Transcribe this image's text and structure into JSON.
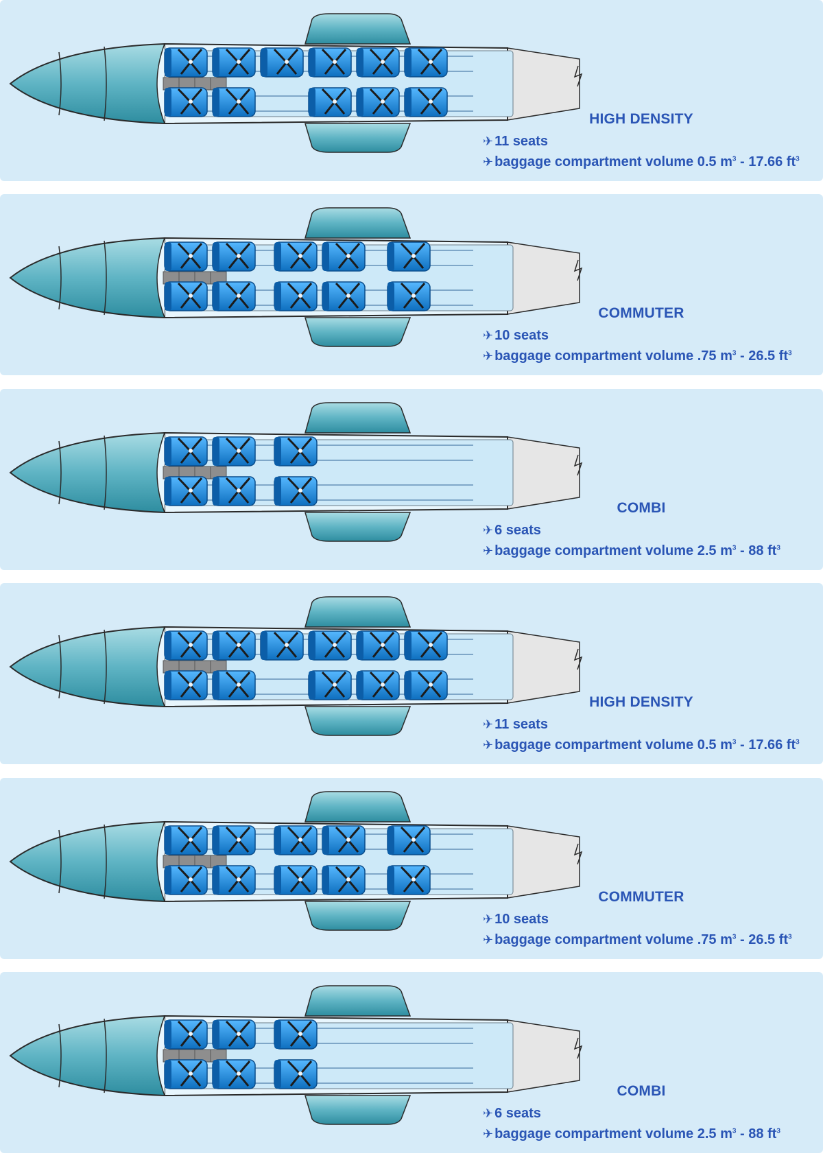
{
  "colors": {
    "panel_bg": "#d6ebf8",
    "text": "#2a55b5",
    "seat_blue": "#1a8ee0",
    "fuselage_teal": "#5fb4c4"
  },
  "icons": {
    "bullet": "airplane-icon"
  },
  "configurations": [
    {
      "name": "HIGH DENSITY",
      "seats": "11 seats",
      "baggage_prefix": "baggage compartment volume 0.5 m",
      "baggage_mid": " - 17.66 ft",
      "cube": "3",
      "layout": "high"
    },
    {
      "name": "COMMUTER",
      "seats": "10 seats",
      "baggage_prefix": "baggage compartment volume .75 m",
      "baggage_mid": " - 26.5 ft",
      "cube": "3",
      "layout": "commuter"
    },
    {
      "name": "COMBI",
      "seats": "6 seats",
      "baggage_prefix": "baggage compartment volume 2.5 m",
      "baggage_mid": " - 88 ft",
      "cube": "3",
      "layout": "combi"
    },
    {
      "name": "HIGH DENSITY",
      "seats": "11 seats",
      "baggage_prefix": "baggage compartment volume 0.5 m",
      "baggage_mid": " - 17.66 ft",
      "cube": "3",
      "layout": "high"
    },
    {
      "name": "COMMUTER",
      "seats": "10 seats",
      "baggage_prefix": "baggage compartment volume .75 m",
      "baggage_mid": " - 26.5 ft",
      "cube": "3",
      "layout": "commuter"
    },
    {
      "name": "COMBI",
      "seats": "6 seats",
      "baggage_prefix": "baggage compartment volume 2.5 m",
      "baggage_mid": " - 88 ft",
      "cube": "3",
      "layout": "combi"
    }
  ]
}
